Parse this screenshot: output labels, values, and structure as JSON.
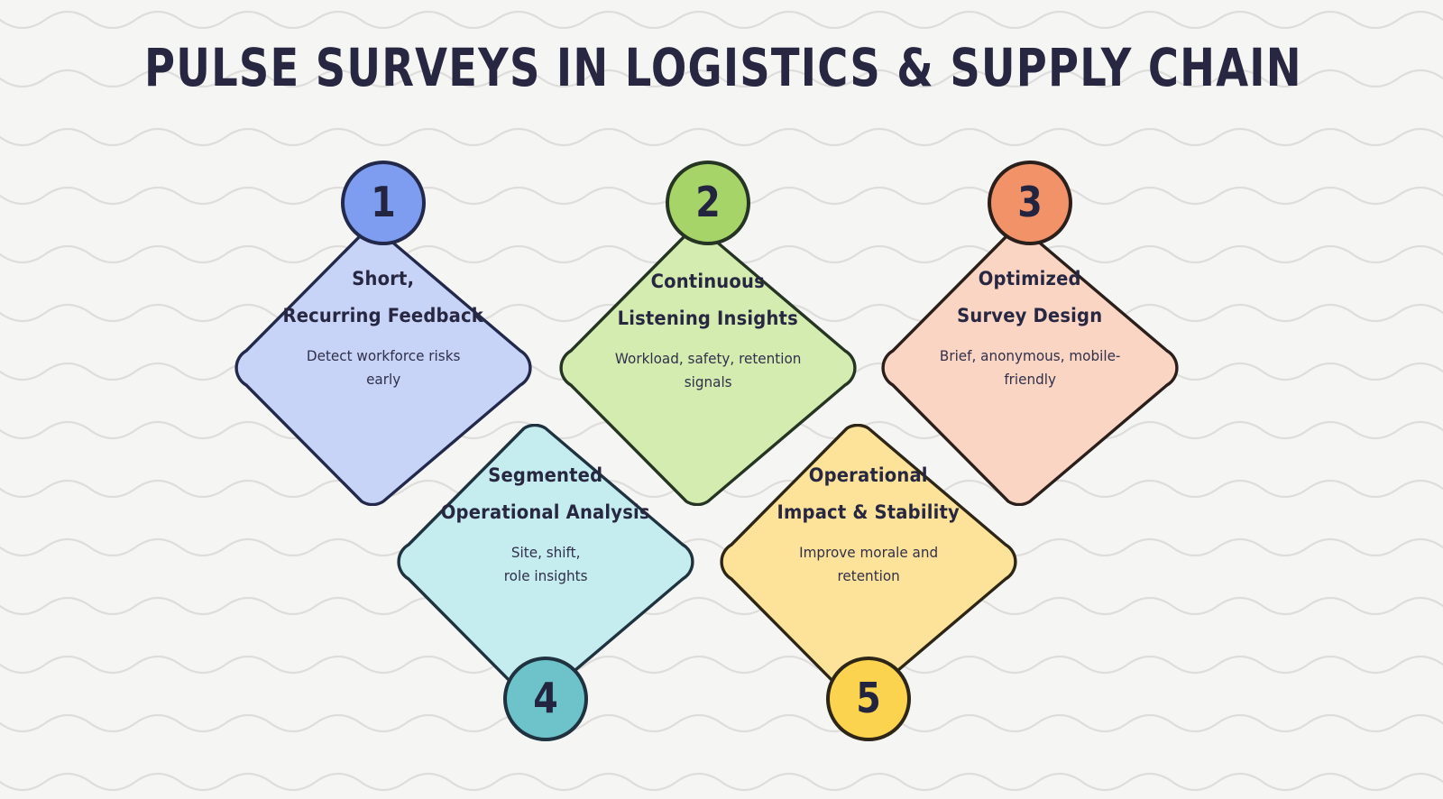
{
  "page": {
    "title": "PULSE SURVEYS IN LOGISTICS & SUPPLY CHAIN",
    "background_color": "#f5f5f3",
    "wave_line_color": "#dedddb",
    "ink_color": "#272741"
  },
  "steps": [
    {
      "number": "1",
      "heading_line1": "Short,",
      "heading_line2": "Recurring Feedback",
      "desc_line1": "Detect workforce risks",
      "desc_line2": "early",
      "fill": "#c8d3f8",
      "badge_fill": "#7e9cf0",
      "stroke": "#22294a",
      "row": "top"
    },
    {
      "number": "2",
      "heading_line1": "Continuous",
      "heading_line2": "Listening Insights",
      "desc_line1": "Workload, safety, retention",
      "desc_line2": "signals",
      "fill": "#d5ecb1",
      "badge_fill": "#a6d469",
      "stroke": "#263523",
      "row": "top"
    },
    {
      "number": "3",
      "heading_line1": "Optimized",
      "heading_line2": "Survey Design",
      "desc_line1": "Brief, anonymous, mobile-",
      "desc_line2": "friendly",
      "fill": "#fad5c4",
      "badge_fill": "#f19269",
      "stroke": "#2b1f1c",
      "row": "top"
    },
    {
      "number": "4",
      "heading_line1": "Segmented",
      "heading_line2": "Operational Analysis",
      "desc_line1": "Site, shift,",
      "desc_line2": "role insights",
      "fill": "#c5ecef",
      "badge_fill": "#6ec3cb",
      "stroke": "#1f3240",
      "row": "bottom"
    },
    {
      "number": "5",
      "heading_line1": "Operational",
      "heading_line2": "Impact & Stability",
      "desc_line1": "Improve morale and",
      "desc_line2": "retention",
      "fill": "#fde39a",
      "badge_fill": "#fcd34e",
      "stroke": "#2d2617",
      "row": "bottom"
    }
  ]
}
